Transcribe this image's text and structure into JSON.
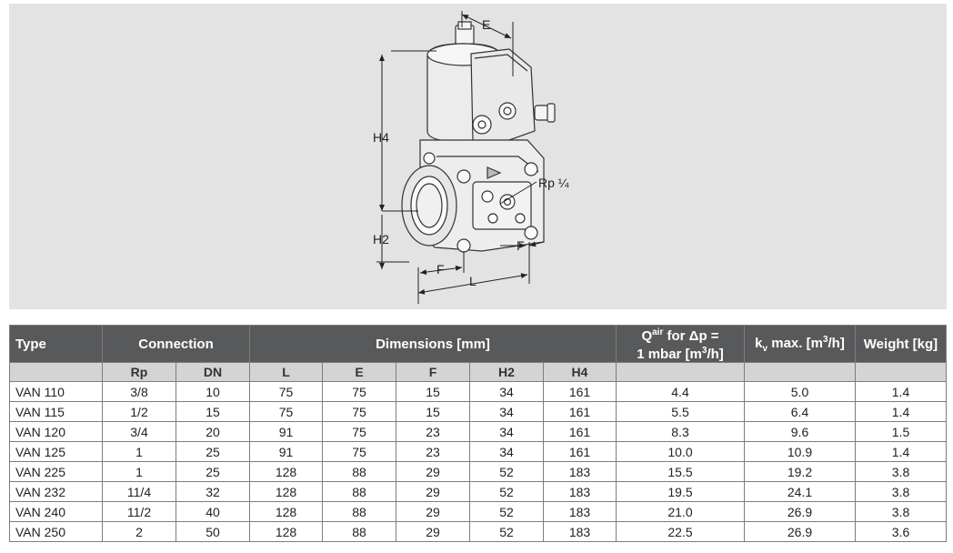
{
  "figure": {
    "dim_labels": {
      "e": "E",
      "h4": "H4",
      "h2": "H2",
      "rp": "Rp ¼",
      "f_bottom": "F",
      "f_right": "F",
      "l": "L"
    }
  },
  "table": {
    "headers": {
      "type": "Type",
      "connection": "Connection",
      "dimensions": "Dimensions [mm]",
      "qair_line1_pre": "Q",
      "qair_line1_sup": "air",
      "qair_line1_post": " for Δp =",
      "qair_line2_pre": "1 mbar [m",
      "qair_line2_sup": "3",
      "qair_line2_post": "/h]",
      "kv_pre": "k",
      "kv_sub": "v",
      "kv_mid": " max. [m",
      "kv_sup": "3",
      "kv_post": "/h]",
      "weight": "Weight [kg]"
    },
    "subheaders": {
      "rp": "Rp",
      "dn": "DN",
      "l": "L",
      "e": "E",
      "f": "F",
      "h2": "H2",
      "h4": "H4"
    },
    "rows": [
      {
        "type": "VAN 110",
        "rp": "3/8",
        "dn": "10",
        "l": "75",
        "e": "75",
        "f": "15",
        "h2": "34",
        "h4": "161",
        "qair": "4.4",
        "kv": "5.0",
        "weight": "1.4"
      },
      {
        "type": "VAN 115",
        "rp": "1/2",
        "dn": "15",
        "l": "75",
        "e": "75",
        "f": "15",
        "h2": "34",
        "h4": "161",
        "qair": "5.5",
        "kv": "6.4",
        "weight": "1.4"
      },
      {
        "type": "VAN 120",
        "rp": "3/4",
        "dn": "20",
        "l": "91",
        "e": "75",
        "f": "23",
        "h2": "34",
        "h4": "161",
        "qair": "8.3",
        "kv": "9.6",
        "weight": "1.5"
      },
      {
        "type": "VAN 125",
        "rp": "1",
        "dn": "25",
        "l": "91",
        "e": "75",
        "f": "23",
        "h2": "34",
        "h4": "161",
        "qair": "10.0",
        "kv": "10.9",
        "weight": "1.4"
      },
      {
        "type": "VAN 225",
        "rp": "1",
        "dn": "25",
        "l": "128",
        "e": "88",
        "f": "29",
        "h2": "52",
        "h4": "183",
        "qair": "15.5",
        "kv": "19.2",
        "weight": "3.8"
      },
      {
        "type": "VAN 232",
        "rp": "11/4",
        "dn": "32",
        "l": "128",
        "e": "88",
        "f": "29",
        "h2": "52",
        "h4": "183",
        "qair": "19.5",
        "kv": "24.1",
        "weight": "3.8"
      },
      {
        "type": "VAN 240",
        "rp": "11/2",
        "dn": "40",
        "l": "128",
        "e": "88",
        "f": "29",
        "h2": "52",
        "h4": "183",
        "qair": "21.0",
        "kv": "26.9",
        "weight": "3.8"
      },
      {
        "type": "VAN 250",
        "rp": "2",
        "dn": "50",
        "l": "128",
        "e": "88",
        "f": "29",
        "h2": "52",
        "h4": "183",
        "qair": "22.5",
        "kv": "26.9",
        "weight": "3.6"
      }
    ]
  }
}
